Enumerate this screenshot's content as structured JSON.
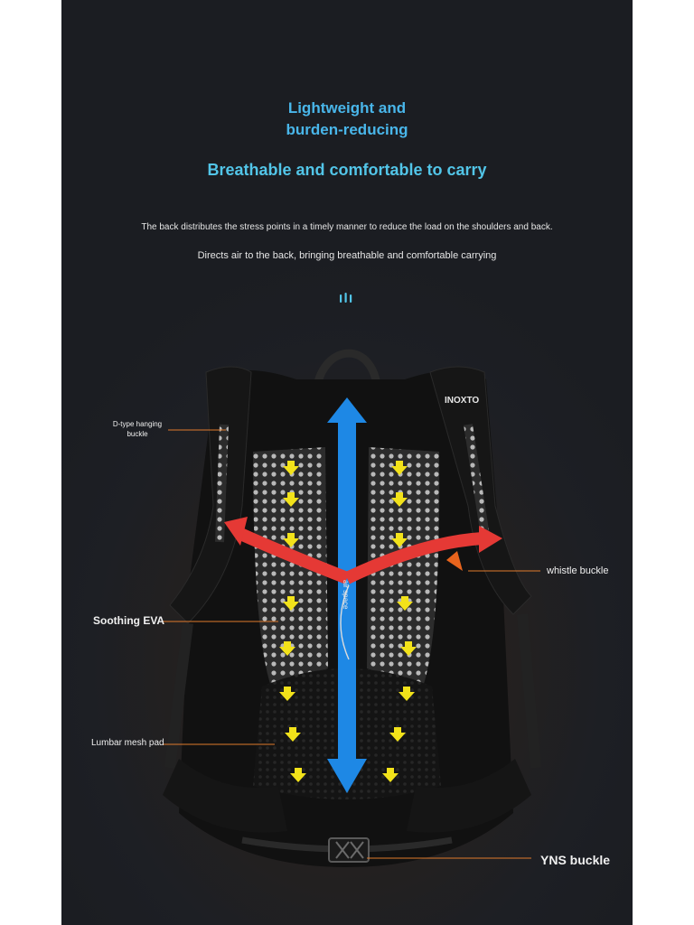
{
  "headline": {
    "line1": "Lightweight and",
    "line2": "burden-reducing"
  },
  "subheadline": "Breathable and comfortable to carry",
  "description": {
    "line1": "The back distributes the stress points in a timely manner to reduce the load on the shoulders and back.",
    "line2": "Directs air to the back, bringing breathable and comfortable carrying"
  },
  "product": {
    "brand_label": "INOXTO",
    "air_space_text": "air space"
  },
  "callouts": {
    "d_hanging_line1": "D-type hanging",
    "d_hanging_line2": "buckle",
    "whistle": "whistle buckle",
    "soothing": "Soothing EVA",
    "lumbar": "Lumbar mesh pad",
    "yns": "YNS buckle"
  },
  "colors": {
    "background": "#1d1f24",
    "accent_blue": "#49b6ea",
    "arrow_blue": "#1e88e5",
    "arrow_red": "#e53935",
    "arrow_yellow": "#f2e21a",
    "callout_line": "#e07a2c"
  }
}
